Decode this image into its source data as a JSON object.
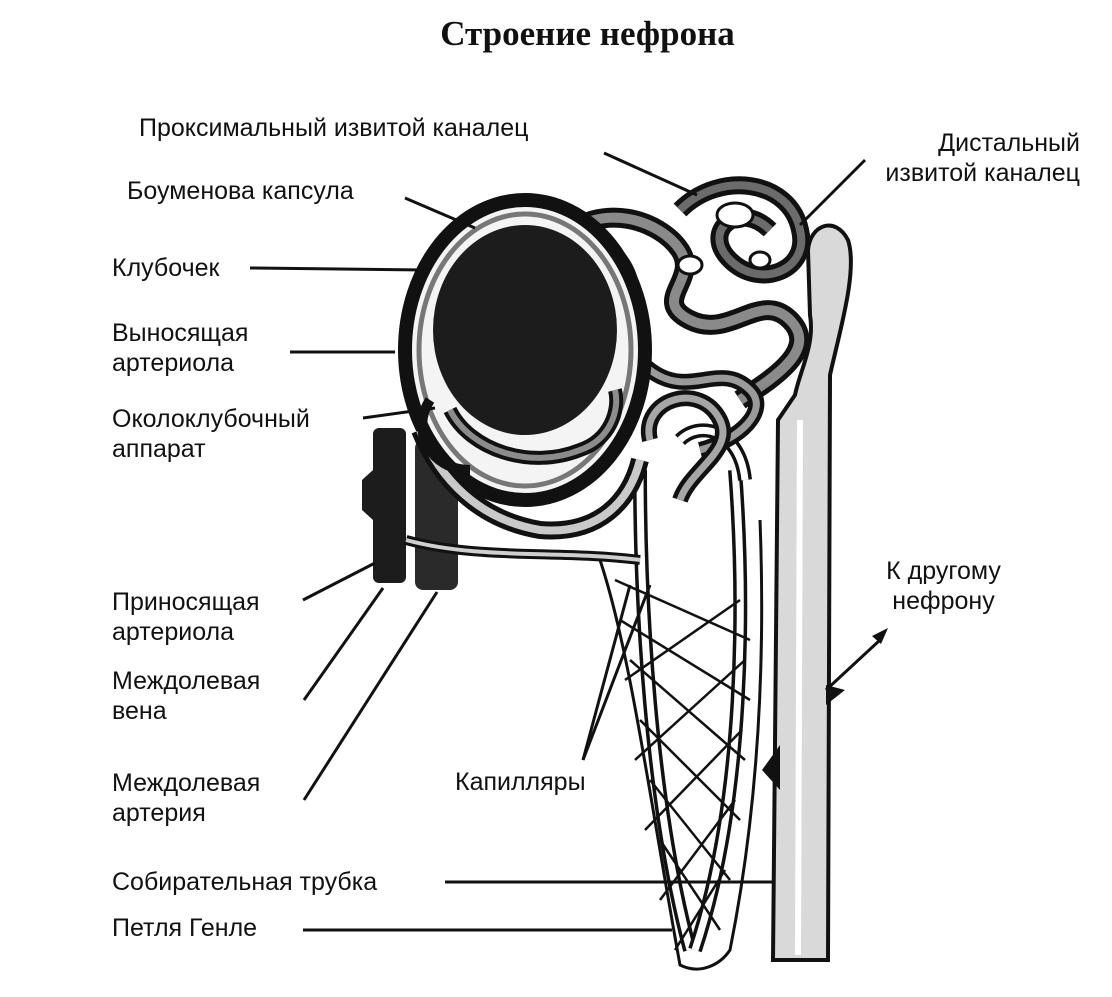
{
  "title": "Строение нефрона",
  "labels": {
    "proximal_tubule": "Проксимальный извитой каналец",
    "distal_tubule": [
      "Дистальный",
      "извитой каналец"
    ],
    "bowman_capsule": "Боуменова капсула",
    "glomerulus": "Клубочек",
    "efferent_arteriole": [
      "Выносящая",
      "артериола"
    ],
    "juxtaglomerular": [
      "Околоклубочный",
      "аппарат"
    ],
    "to_other_nephron": [
      "К другому",
      "нефрону"
    ],
    "afferent_arteriole": [
      "Приносящая",
      "артериола"
    ],
    "interlobar_vein": [
      "Междолевая",
      "вена"
    ],
    "capillaries": "Капилляры",
    "interlobar_artery": [
      "Междолевая",
      "артерия"
    ],
    "collecting_duct": "Собирательная трубка",
    "loop_of_henle": "Петля Генле"
  },
  "colors": {
    "ink": "#111111",
    "dark_fill": "#1c1c1c",
    "mid_fill": "#555555",
    "light_fill": "#f4f4f4"
  }
}
